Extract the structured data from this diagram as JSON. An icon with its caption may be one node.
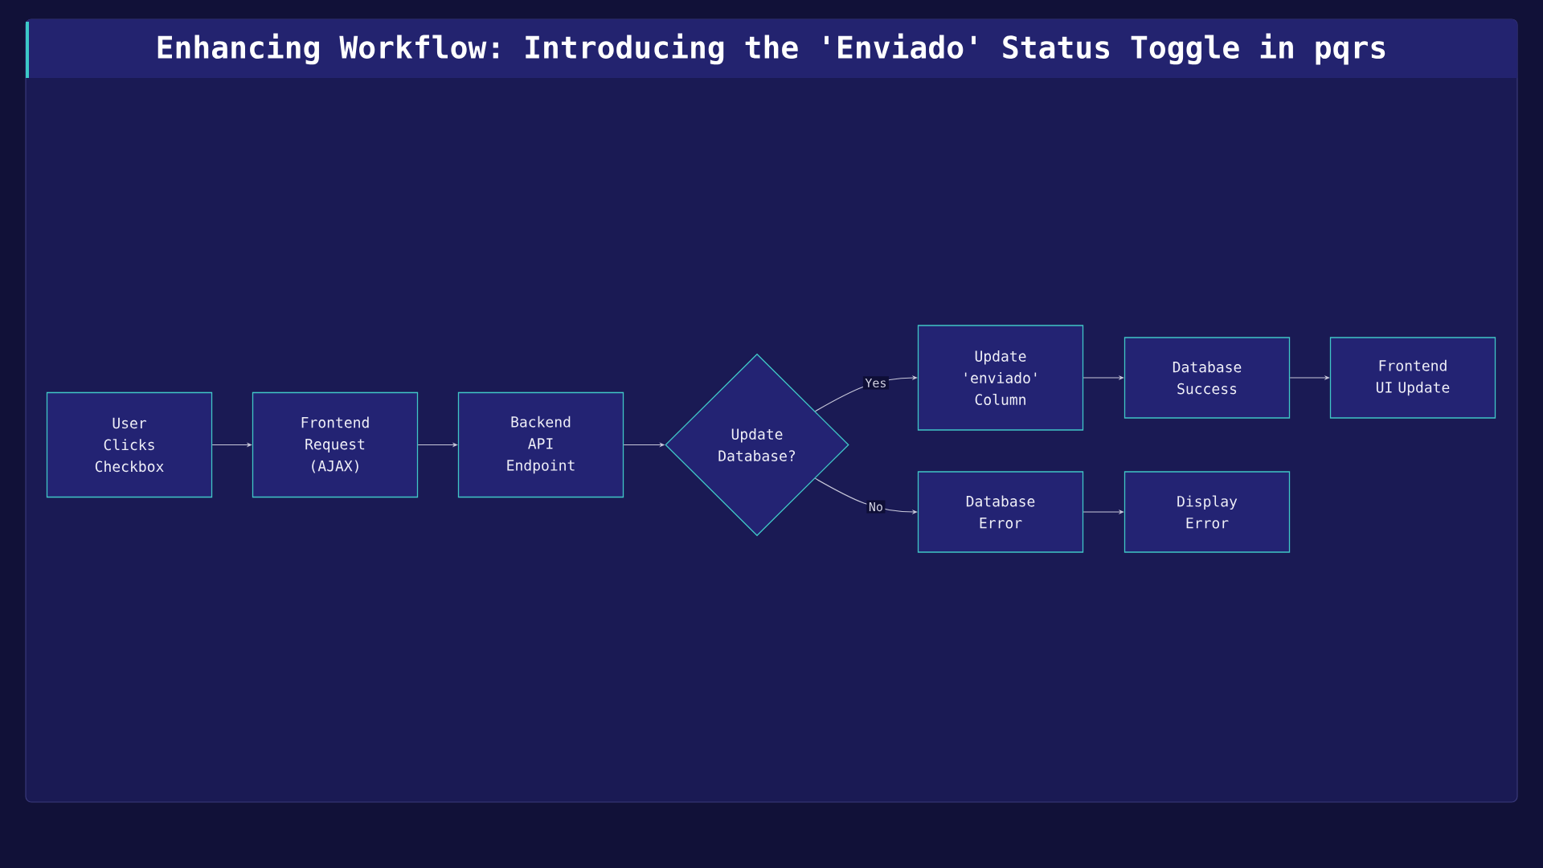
{
  "diagram": {
    "title": "Enhancing Workflow: Introducing the 'Enviado' Status Toggle in pqrs",
    "nodes": [
      {
        "text": [
          "User Clicks Checkbox"
        ]
      },
      {
        "text": [
          "Frontend Request (AJAX)"
        ]
      },
      {
        "text": [
          "Backend API Endpoint"
        ]
      },
      {
        "text": [
          "Update Database?"
        ]
      },
      {
        "text": [
          "Update 'enviado' Column"
        ]
      },
      {
        "text": [
          "Database Success"
        ]
      },
      {
        "text": [
          "Frontend UI Update"
        ]
      },
      {
        "text": [
          "Database Error"
        ]
      },
      {
        "text": [
          "Display Error"
        ]
      }
    ],
    "edges": [
      {
        "from": 0,
        "to": 1,
        "arrow": "to"
      },
      {
        "from": 1,
        "to": 2,
        "arrow": "to"
      },
      {
        "from": 2,
        "to": 3,
        "arrow": "to"
      },
      {
        "from": 3,
        "to": 4,
        "arrow": "to",
        "label": "Yes"
      },
      {
        "from": 3,
        "to": 7,
        "arrow": "to",
        "label": "No"
      },
      {
        "from": 4,
        "to": 5,
        "arrow": "to"
      },
      {
        "from": 5,
        "to": 6,
        "arrow": "to"
      },
      {
        "from": 7,
        "to": 8,
        "arrow": "to"
      }
    ]
  }
}
